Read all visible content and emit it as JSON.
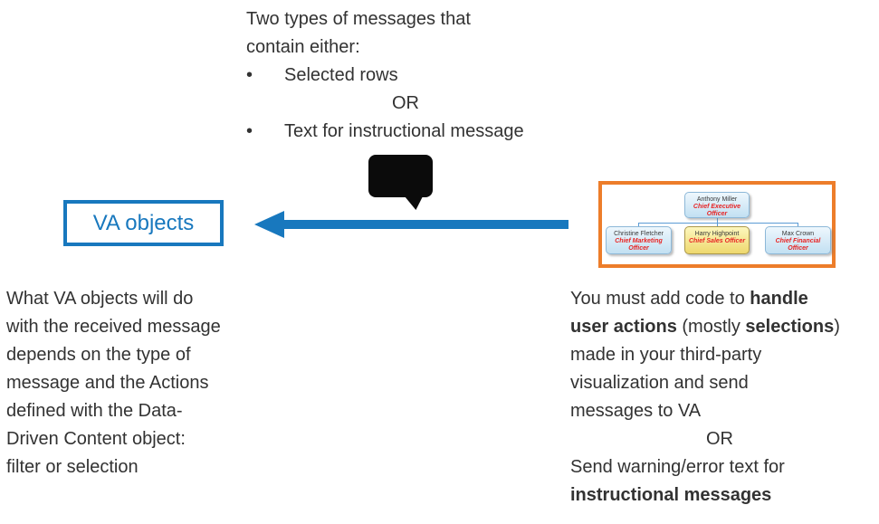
{
  "bullet_char": "•",
  "colors": {
    "accent_blue": "#1878BE",
    "accent_orange": "#ED7D2A",
    "bubble_black": "#0B0B0B",
    "node_title_red": "#E82323",
    "node_fill_blue": "#C2E0F2",
    "highlight_yellow": "#EED86E"
  },
  "icons": {
    "message": "speech-bubble"
  },
  "top_note": {
    "lines": [
      {
        "segments": [
          {
            "t": "Two types of messages that"
          }
        ]
      },
      {
        "segments": [
          {
            "t": "contain either:"
          }
        ]
      },
      {
        "bullet": true,
        "segments": [
          {
            "t": "Selected rows"
          }
        ]
      },
      {
        "center": true,
        "segments": [
          {
            "t": "OR"
          }
        ]
      },
      {
        "bullet": true,
        "segments": [
          {
            "t": "Text for instructional message"
          }
        ]
      }
    ]
  },
  "va_box": {
    "label": "VA objects"
  },
  "left_note": {
    "lines": [
      {
        "segments": [
          {
            "t": "What VA objects will do"
          }
        ]
      },
      {
        "segments": [
          {
            "t": "with the received message"
          }
        ]
      },
      {
        "segments": [
          {
            "t": "depends on the type of"
          }
        ]
      },
      {
        "segments": [
          {
            "t": "message and the Actions"
          }
        ]
      },
      {
        "segments": [
          {
            "t": "defined with the Data-"
          }
        ]
      },
      {
        "segments": [
          {
            "t": "Driven Content object:"
          }
        ]
      },
      {
        "segments": [
          {
            "t": "filter or selection"
          }
        ]
      }
    ]
  },
  "right_note": {
    "lines": [
      {
        "segments": [
          {
            "t": "You must add code to "
          },
          {
            "t": "handle",
            "b": true
          }
        ]
      },
      {
        "segments": [
          {
            "t": "user actions",
            "b": true
          },
          {
            "t": " (mostly "
          },
          {
            "t": "selections",
            "b": true
          },
          {
            "t": ")"
          }
        ]
      },
      {
        "segments": [
          {
            "t": "made in your third-party"
          }
        ]
      },
      {
        "segments": [
          {
            "t": "visualization and send"
          }
        ]
      },
      {
        "segments": [
          {
            "t": "messages to VA"
          }
        ]
      },
      {
        "center": true,
        "segments": [
          {
            "t": "OR"
          }
        ]
      },
      {
        "segments": [
          {
            "t": "Send warning/error text for"
          }
        ]
      },
      {
        "segments": [
          {
            "t": "instructional messages",
            "b": true
          }
        ]
      }
    ]
  },
  "org_chart": {
    "root": {
      "name": "Anthony Miller",
      "title": "Chief Executive Officer",
      "highlight": false
    },
    "children": [
      {
        "name": "Christine Fletcher",
        "title": "Chief Marketing Officer",
        "highlight": false
      },
      {
        "name": "Harry Highpoint",
        "title": "Chief Sales Officer",
        "highlight": true
      },
      {
        "name": "Max Crown",
        "title": "Chief Financial Officer",
        "highlight": false
      }
    ]
  }
}
